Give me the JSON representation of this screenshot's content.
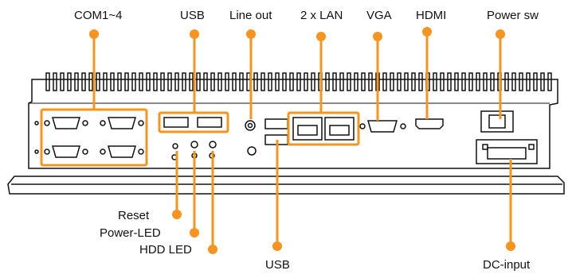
{
  "diagram": {
    "labels": {
      "com": "COM1~4",
      "usb_top": "USB",
      "line_out": "Line out",
      "lan": "2 x LAN",
      "vga": "VGA",
      "hdmi": "HDMI",
      "power_sw": "Power sw",
      "reset": "Reset",
      "power_led": "Power-LED",
      "hdd_led": "HDD LED",
      "usb_bottom": "USB",
      "dc_input": "DC-input"
    },
    "colors": {
      "accent": "#F7941D",
      "outline": "#111111",
      "background": "#ffffff"
    }
  }
}
